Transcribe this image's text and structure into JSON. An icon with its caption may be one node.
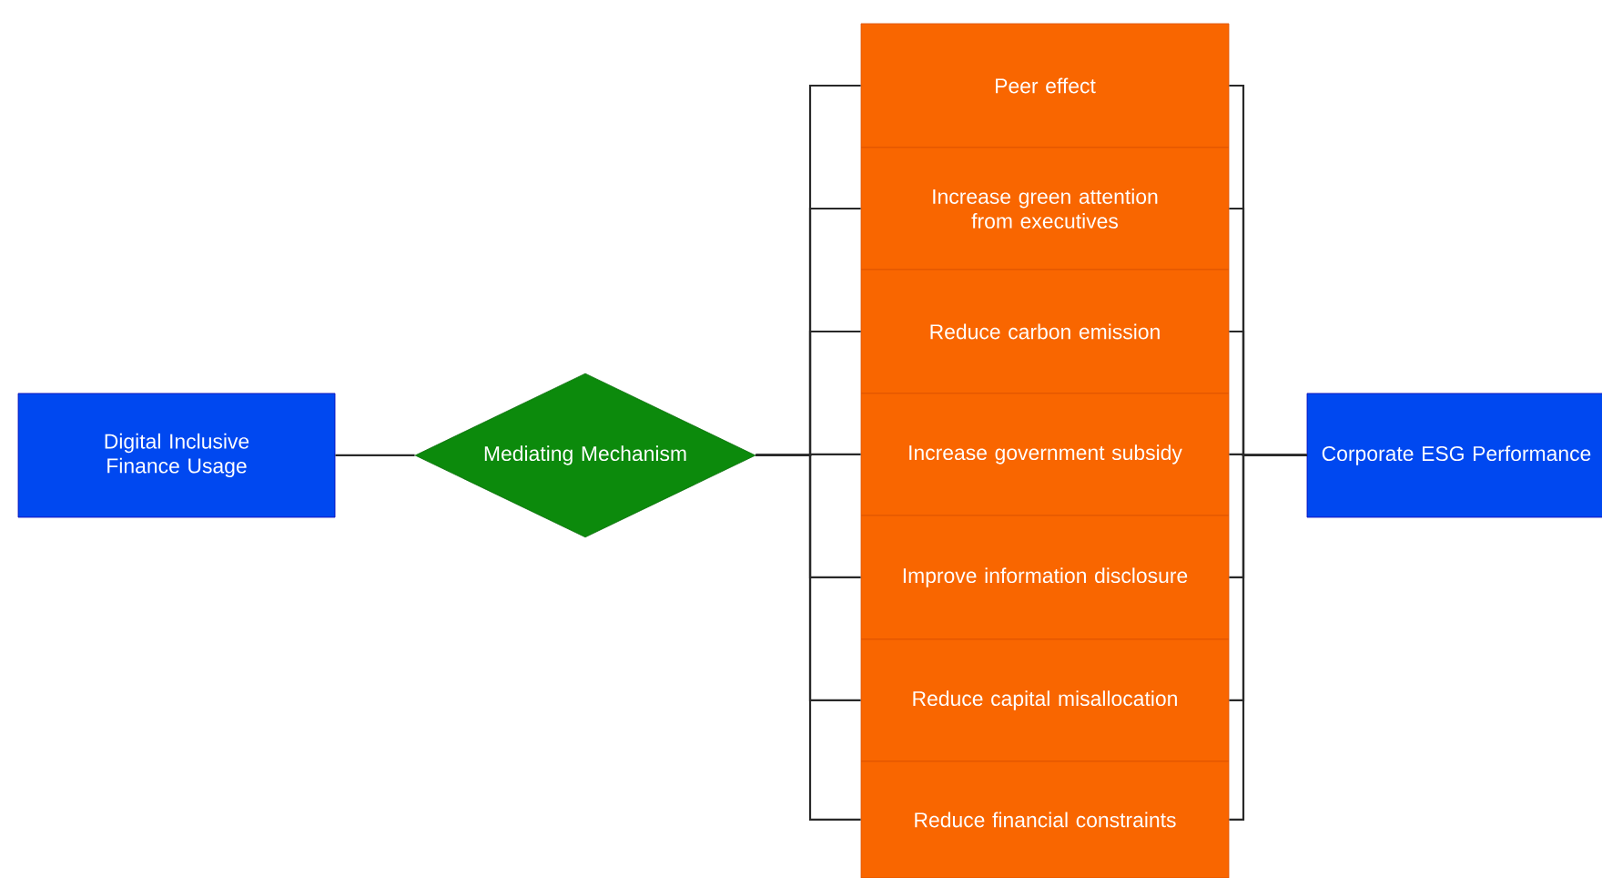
{
  "diagram": {
    "nodes": [
      {
        "text": [
          "Digital Inclusive Finance Usage"
        ]
      },
      {
        "text": [
          "Mediating Mechanism"
        ]
      },
      {
        "text": [
          "Peer effect"
        ]
      },
      {
        "text": [
          "Increase green attention from executives"
        ]
      },
      {
        "text": [
          "Reduce carbon emission"
        ]
      },
      {
        "text": [
          "Increase government subsidy"
        ]
      },
      {
        "text": [
          "Improve information disclosure"
        ]
      },
      {
        "text": [
          "Reduce capital misallocation"
        ]
      },
      {
        "text": [
          "Reduce financial constraints"
        ]
      },
      {
        "text": [
          "Corporate ESG Performance"
        ]
      }
    ],
    "edges": [
      {
        "from": 0,
        "to": 1,
        "arrow": "none"
      },
      {
        "from": 1,
        "to": 2,
        "arrow": "none"
      },
      {
        "from": 1,
        "to": 3,
        "arrow": "none"
      },
      {
        "from": 1,
        "to": 4,
        "arrow": "none"
      },
      {
        "from": 1,
        "to": 5,
        "arrow": "none"
      },
      {
        "from": 1,
        "to": 6,
        "arrow": "none"
      },
      {
        "from": 1,
        "to": 7,
        "arrow": "none"
      },
      {
        "from": 1,
        "to": 8,
        "arrow": "none"
      },
      {
        "from": 2,
        "to": 9,
        "arrow": "none"
      },
      {
        "from": 3,
        "to": 9,
        "arrow": "none"
      },
      {
        "from": 4,
        "to": 9,
        "arrow": "none"
      },
      {
        "from": 5,
        "to": 9,
        "arrow": "none"
      },
      {
        "from": 6,
        "to": 9,
        "arrow": "none"
      },
      {
        "from": 7,
        "to": 9,
        "arrow": "none"
      },
      {
        "from": 8,
        "to": 9,
        "arrow": "none"
      }
    ]
  }
}
